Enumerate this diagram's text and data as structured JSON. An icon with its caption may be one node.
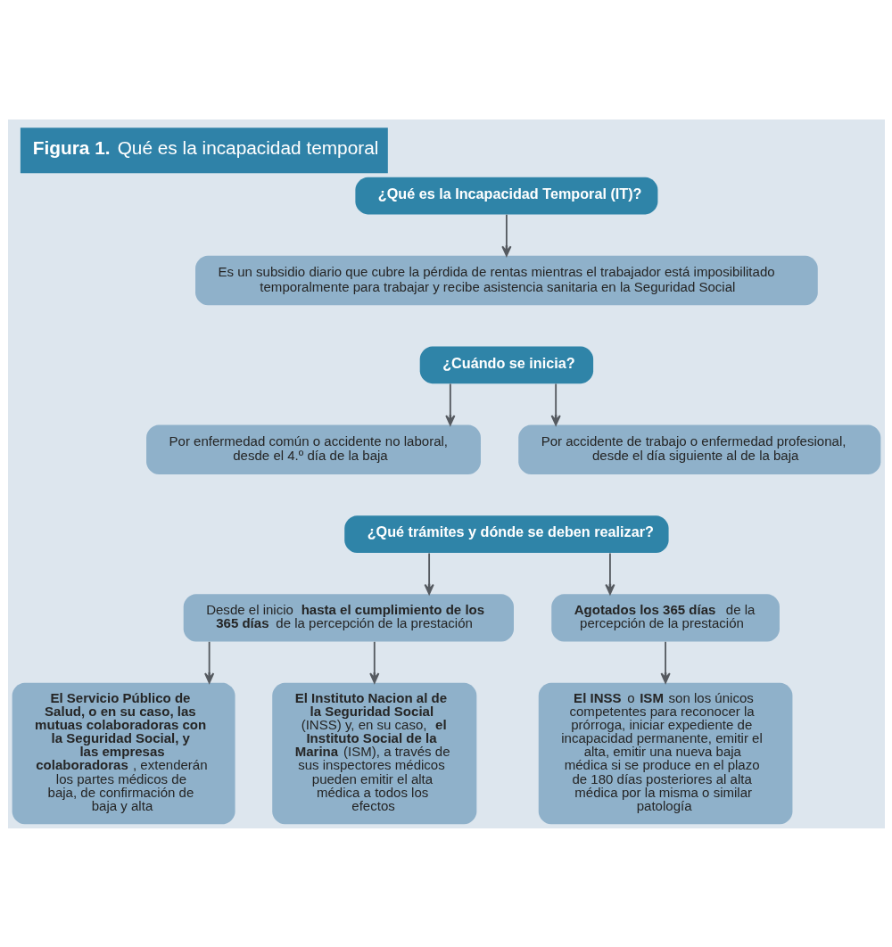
{
  "diagram": {
    "title": "**Figura 1.** Qué es la incapacidad temporal",
    "nodes": [
      {
        "text": [
          "¿Qué es la Incapacidad Temporal (IT)?"
        ]
      },
      {
        "text": [
          "Es un subsidio diario que cubre la pérdida de rentas mientras el trabajador está imposibilitado temporalmente para trabajar y recibe asistencia sanitaria en la Seguridad Social"
        ]
      },
      {
        "text": [
          "¿Cuándo se inicia?"
        ]
      },
      {
        "text": [
          "Por enfermedad común o accidente no laboral, desde el 4.º día de la baja"
        ]
      },
      {
        "text": [
          "Por accidente de trabajo o enfermedad profesional, desde el día siguiente al de la baja"
        ]
      },
      {
        "text": [
          "¿Qué trámites y dónde se deben realizar?"
        ]
      },
      {
        "text": [
          "Desde el inicio **hasta el cumplimiento de los 365 días** de la percepción de la prestación"
        ]
      },
      {
        "text": [
          "**Agotados los 365 días** de la percepción de la prestación"
        ]
      },
      {
        "text": [
          "**El Servicio Público de Salud, o en su caso, las mutuas colaboradoras con la Seguridad Social, y las empresas colaboradoras**, extenderán los partes médicos de baja, de confirmación de baja y alta"
        ]
      },
      {
        "text": [
          "**El Instituto Nacion al de la Seguridad Social** (INSS) y, en su caso, **el Instituto Social de la Marina** (ISM), a través de sus inspectores médicos pueden emitir el alta médica a todos los efectos"
        ]
      },
      {
        "text": [
          "**El INSS** o **ISM** son los únicos competentes para reconocer la prórroga, iniciar expediente de incapacidad permanente, emitir el alta, emitir una nueva baja médica si se produce en el plazo de 180 días posteriores al alta médica por la misma o similar patología"
        ]
      }
    ],
    "edges": [
      {
        "from": 0,
        "to": 1,
        "arrow": "to"
      },
      {
        "from": 2,
        "to": 3,
        "arrow": "to"
      },
      {
        "from": 2,
        "to": 4,
        "arrow": "to"
      },
      {
        "from": 5,
        "to": 6,
        "arrow": "to"
      },
      {
        "from": 5,
        "to": 7,
        "arrow": "to"
      },
      {
        "from": 6,
        "to": 8,
        "arrow": "to"
      },
      {
        "from": 6,
        "to": 9,
        "arrow": "to"
      },
      {
        "from": 7,
        "to": 10,
        "arrow": "to"
      }
    ]
  }
}
